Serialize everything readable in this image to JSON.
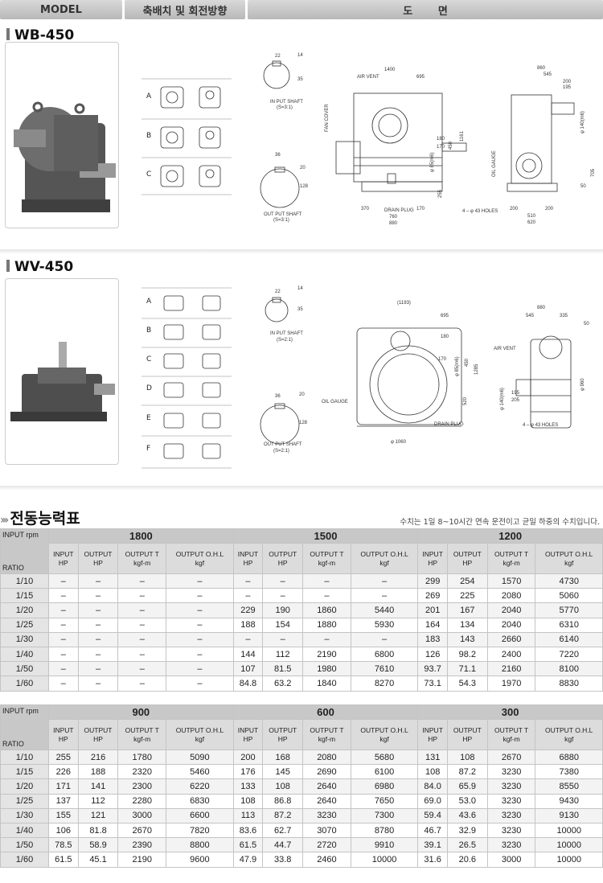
{
  "header": {
    "model": "MODEL",
    "shaft": "축배치 및 회전방향",
    "drawing": "도       면"
  },
  "wb": {
    "title": "WB-450",
    "arrangements": [
      "A",
      "B",
      "C"
    ],
    "input_shaft": {
      "label": "IN PUT SHAFT",
      "ratio": "(S=3:1)",
      "d1": "22",
      "d2": "14",
      "d3": "35"
    },
    "output_shaft": {
      "label": "OUT PUT SHAFT",
      "ratio": "(S=3:1)",
      "d1": "36",
      "d2": "20",
      "d3": "128"
    },
    "front": {
      "air_vent": "AIR VENT",
      "fan_cover": "FAN COVER",
      "drain_plug": "DRAIN PLUG",
      "w1400": "1400",
      "w695": "695",
      "w370": "370",
      "w760": "760",
      "w880": "880",
      "d180": "180",
      "d170": "170",
      "d85": "φ 85(m6)",
      "h450": "450",
      "h1161": "1161",
      "h255": "255",
      "w170b": "170"
    },
    "side": {
      "w860": "860",
      "w545": "545",
      "w200": "200",
      "w195": "195",
      "d140": "φ 140(m6)",
      "oil_gauge": "OIL GAUGE",
      "holes": "4 – φ 43 HOLES",
      "w200a": "200",
      "w510": "510",
      "w620": "620",
      "w200b": "200",
      "h705": "705",
      "h50": "50"
    }
  },
  "wv": {
    "title": "WV-450",
    "arrangements": [
      "A",
      "B",
      "C",
      "D",
      "E",
      "F"
    ],
    "input_shaft": {
      "label": "IN PUT SHAFT",
      "ratio": "(S=2:1)",
      "d1": "22",
      "d2": "14",
      "d3": "35"
    },
    "output_shaft": {
      "label": "OUT PUT SHAFT",
      "ratio": "(S=2:1)",
      "d1": "36",
      "d2": "20",
      "d3": "128"
    },
    "front": {
      "w1193": "(1193)",
      "w695": "695",
      "d180": "180",
      "d170": "170",
      "d85": "φ 85(m6)",
      "h450": "450",
      "h1285": "1285",
      "h520": "520",
      "oil_gauge": "OIL GAUGE",
      "drain_plug": "DRAIN PLUG",
      "d1060": "φ 1060"
    },
    "side": {
      "w880": "880",
      "w545": "545",
      "w335": "335",
      "w50": "50",
      "air_vent": "AIR VENT",
      "d140": "φ 140(m6)",
      "w195": "195",
      "w205": "205",
      "d960": "φ 960",
      "holes": "4 – φ 43 HOLES"
    }
  },
  "table_title": "전동능력표",
  "table_note": "수치는 1일 8~10시간 연속 운전이고 균일 하중의 수치입니다.",
  "corner": {
    "top": "INPUT rpm",
    "bottom": "RATIO"
  },
  "col_heads": [
    "INPUT\nHP",
    "OUTPUT\nHP",
    "OUTPUT T\nkgf-m",
    "OUTPUT O.H.L\nkgf"
  ],
  "blocks": [
    {
      "rpms": [
        "1800",
        "1500",
        "1200"
      ],
      "rows": [
        [
          "1/10",
          "–",
          "–",
          "–",
          "–",
          "–",
          "–",
          "–",
          "–",
          "299",
          "254",
          "1570",
          "4730"
        ],
        [
          "1/15",
          "–",
          "–",
          "–",
          "–",
          "–",
          "–",
          "–",
          "–",
          "269",
          "225",
          "2080",
          "5060"
        ],
        [
          "1/20",
          "–",
          "–",
          "–",
          "–",
          "229",
          "190",
          "1860",
          "5440",
          "201",
          "167",
          "2040",
          "5770"
        ],
        [
          "1/25",
          "–",
          "–",
          "–",
          "–",
          "188",
          "154",
          "1880",
          "5930",
          "164",
          "134",
          "2040",
          "6310"
        ],
        [
          "1/30",
          "–",
          "–",
          "–",
          "–",
          "–",
          "–",
          "–",
          "–",
          "183",
          "143",
          "2660",
          "6140"
        ],
        [
          "1/40",
          "–",
          "–",
          "–",
          "–",
          "144",
          "112",
          "2190",
          "6800",
          "126",
          "98.2",
          "2400",
          "7220"
        ],
        [
          "1/50",
          "–",
          "–",
          "–",
          "–",
          "107",
          "81.5",
          "1980",
          "7610",
          "93.7",
          "71.1",
          "2160",
          "8100"
        ],
        [
          "1/60",
          "–",
          "–",
          "–",
          "–",
          "84.8",
          "63.2",
          "1840",
          "8270",
          "73.1",
          "54.3",
          "1970",
          "8830"
        ]
      ]
    },
    {
      "rpms": [
        "900",
        "600",
        "300"
      ],
      "rows": [
        [
          "1/10",
          "255",
          "216",
          "1780",
          "5090",
          "200",
          "168",
          "2080",
          "5680",
          "131",
          "108",
          "2670",
          "6880"
        ],
        [
          "1/15",
          "226",
          "188",
          "2320",
          "5460",
          "176",
          "145",
          "2690",
          "6100",
          "108",
          "87.2",
          "3230",
          "7380"
        ],
        [
          "1/20",
          "171",
          "141",
          "2300",
          "6220",
          "133",
          "108",
          "2640",
          "6980",
          "84.0",
          "65.9",
          "3230",
          "8550"
        ],
        [
          "1/25",
          "137",
          "112",
          "2280",
          "6830",
          "108",
          "86.8",
          "2640",
          "7650",
          "69.0",
          "53.0",
          "3230",
          "9430"
        ],
        [
          "1/30",
          "155",
          "121",
          "3000",
          "6600",
          "113",
          "87.2",
          "3230",
          "7300",
          "59.4",
          "43.6",
          "3230",
          "9130"
        ],
        [
          "1/40",
          "106",
          "81.8",
          "2670",
          "7820",
          "83.6",
          "62.7",
          "3070",
          "8780",
          "46.7",
          "32.9",
          "3230",
          "10000"
        ],
        [
          "1/50",
          "78.5",
          "58.9",
          "2390",
          "8800",
          "61.5",
          "44.7",
          "2720",
          "9910",
          "39.1",
          "26.5",
          "3230",
          "10000"
        ],
        [
          "1/60",
          "61.5",
          "45.1",
          "2190",
          "9600",
          "47.9",
          "33.8",
          "2460",
          "10000",
          "31.6",
          "20.6",
          "3000",
          "10000"
        ]
      ]
    }
  ]
}
